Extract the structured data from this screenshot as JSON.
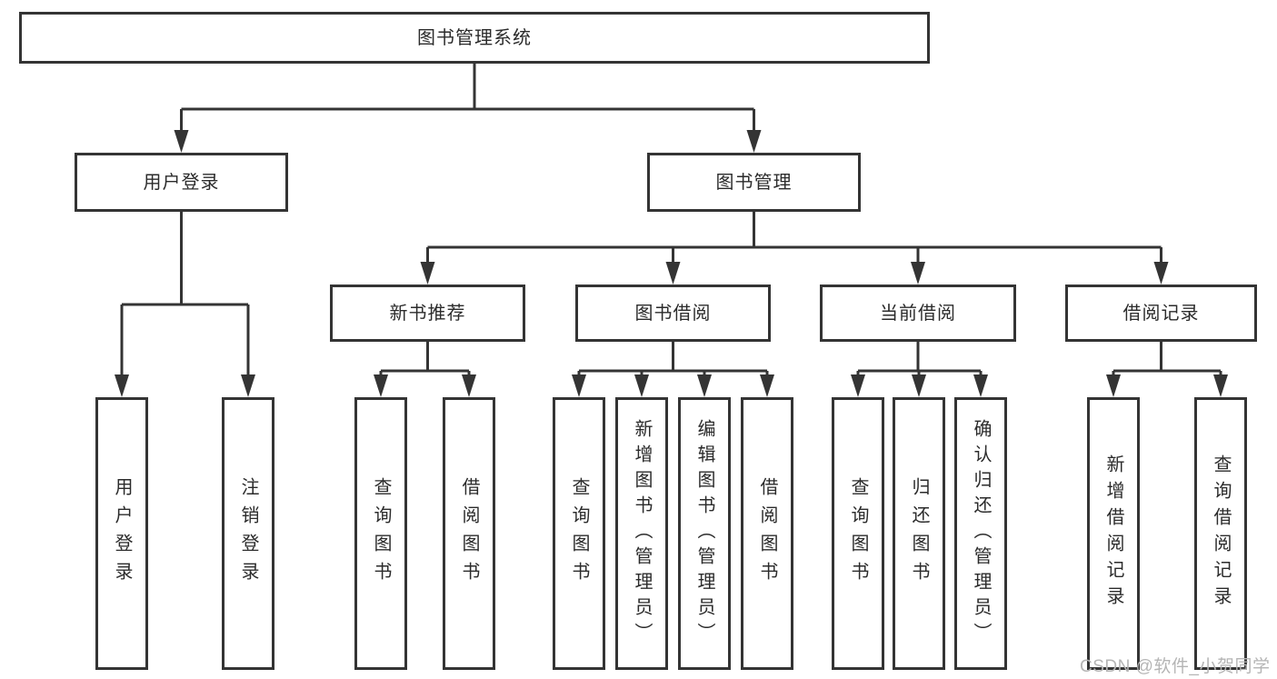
{
  "diagram": {
    "title": "图书管理系统",
    "line_color": "#343434",
    "nodes": {
      "root": "图书管理系统",
      "user_login": "用户登录",
      "book_management": "图书管理",
      "new_book_recommend": "新书推荐",
      "book_borrow": "图书借阅",
      "current_borrow": "当前借阅",
      "borrow_records": "借阅记录",
      "leaves": {
        "user_login": [
          "用户登录",
          "注销登录"
        ],
        "new_book_recommend": [
          "查询图书",
          "借阅图书"
        ],
        "book_borrow": [
          "查询图书",
          "新增图书（管理员）",
          "编辑图书（管理员）",
          "借阅图书"
        ],
        "current_borrow": [
          "查询图书",
          "归还图书",
          "确认归还（管理员）"
        ],
        "borrow_records": [
          "新增借阅记录",
          "查询借阅记录"
        ]
      }
    }
  },
  "watermark": {
    "text": "CSDN @软件_小贺同学",
    "color": "#b5b5b5"
  }
}
